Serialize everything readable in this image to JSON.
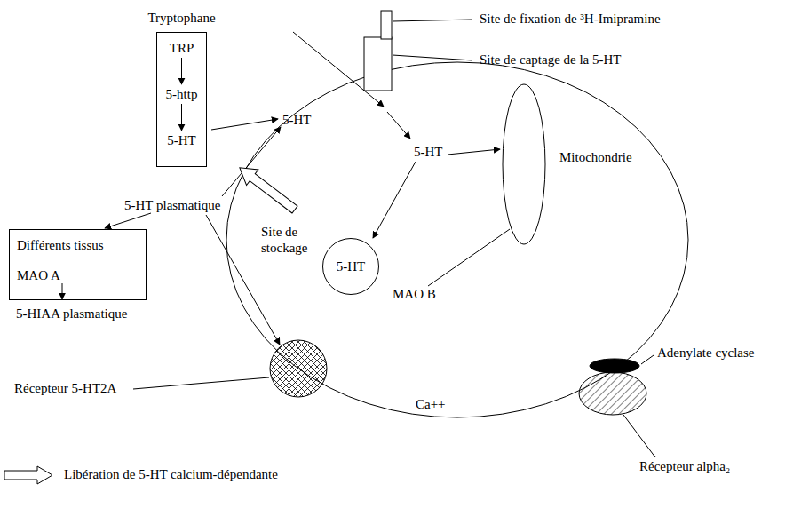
{
  "diagram": {
    "nodes": [
      {
        "text": [
          "Tryptophane"
        ]
      },
      {
        "text": [
          "TRP"
        ],
        "in": 0
      },
      {
        "text": [
          "5-http"
        ],
        "in": 0
      },
      {
        "text": [
          "5-HT"
        ],
        "in": 0
      },
      {
        "text": [
          "Différents tissus",
          "MAO A"
        ]
      },
      {
        "text": [
          "5-HT"
        ]
      }
    ],
    "edges": [
      {
        "from": 1,
        "to": 2,
        "arrow": "to"
      },
      {
        "from": 2,
        "to": 3,
        "arrow": "to"
      }
    ],
    "labels": [
      "5-HT",
      "Site de fixation de ³H-Imipramine",
      "Site de captage de la 5-HT",
      "5-HT plasmatique",
      "5-HIAA plasmatique",
      "5-HT",
      "Mitochondrie",
      "Site de stockage",
      "MAO B",
      "Adenylate cyclase",
      "Récepteur 5-HT2A",
      "Ca++",
      "Récepteur alpha₂"
    ],
    "legend": [
      {
        "text": "Libération de 5-HT calcium-dépendante"
      }
    ]
  }
}
